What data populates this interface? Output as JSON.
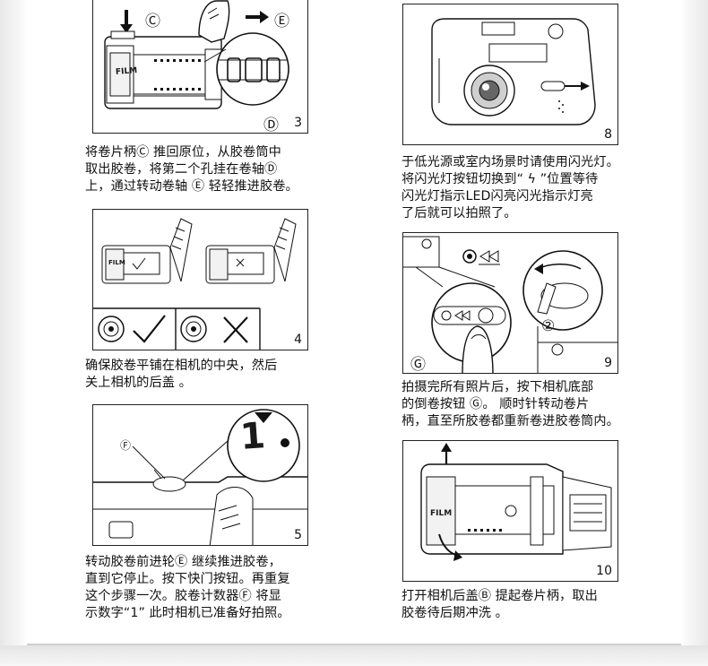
{
  "figures": {
    "fig3": {
      "num": "3",
      "film_text": "FILM",
      "label_c": "Ⓒ",
      "label_e": "Ⓔ",
      "label_d": "Ⓓ"
    },
    "fig4": {
      "num": "4",
      "film_text": "FILM"
    },
    "fig5": {
      "num": "5",
      "label_f": "Ⓕ",
      "counter_digit": "1"
    },
    "fig8": {
      "num": "8"
    },
    "fig9": {
      "num": "9",
      "label_g": "Ⓖ",
      "label_2": "②"
    },
    "fig10": {
      "num": "10",
      "film_text": "FILM"
    }
  },
  "captions": {
    "c3": [
      "将卷片柄Ⓒ 推回原位，从胶卷筒中",
      "取出胶卷，将第二个孔挂在卷轴Ⓓ",
      "上，通过转动卷轴 Ⓔ 轻轻推进胶卷。"
    ],
    "c4": [
      "确保胶卷平铺在相机的中央，然后",
      "关上相机的后盖 。"
    ],
    "c5": [
      "转动胶卷前进轮Ⓔ 继续推进胶卷，",
      "直到它停止。按下快门按钮。再重复",
      "这个步骤一次。胶卷计数器Ⓕ 将显",
      "示数字“1” 此时相机已准备好拍照。"
    ],
    "c8": [
      "于低光源或室内场景时请使用闪光灯。",
      "将闪光灯按钮切换到“ ϟ ”位置等待",
      "闪光灯指示LED闪亮闪光指示灯亮",
      "了后就可以拍照了。"
    ],
    "c9": [
      "拍摄完所有照片后，按下相机底部",
      "的倒卷按钮 Ⓖ。 顺时针转动卷片",
      "柄，直至所胶卷都重新卷进胶卷筒内。"
    ],
    "c10": [
      "打开相机后盖Ⓑ 提起卷片柄，取出",
      "胶卷待后期冲洗 。"
    ]
  }
}
